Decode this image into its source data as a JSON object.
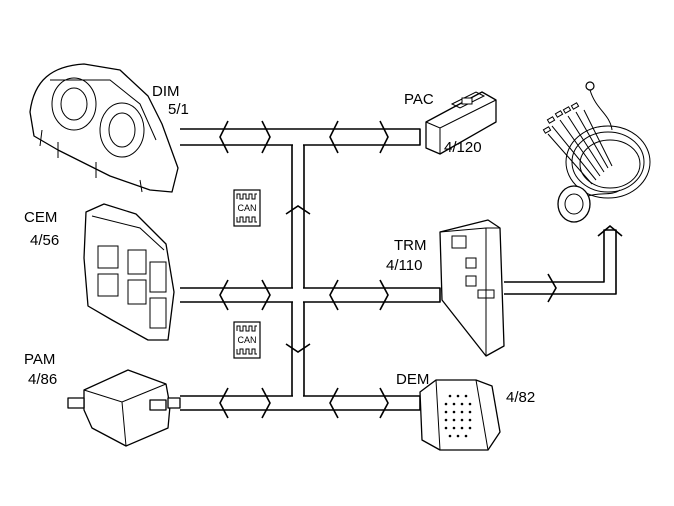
{
  "modules": {
    "dim": {
      "name": "DIM",
      "code": "5/1"
    },
    "pac": {
      "name": "PAC",
      "code": "4/120"
    },
    "cem": {
      "name": "CEM",
      "code": "4/56"
    },
    "trm": {
      "name": "TRM",
      "code": "4/110"
    },
    "pam": {
      "name": "PAM",
      "code": "4/86"
    },
    "dem": {
      "name": "DEM",
      "code": "4/82"
    }
  },
  "can_badges": [
    {
      "text": "CAN"
    },
    {
      "text": "CAN"
    }
  ]
}
